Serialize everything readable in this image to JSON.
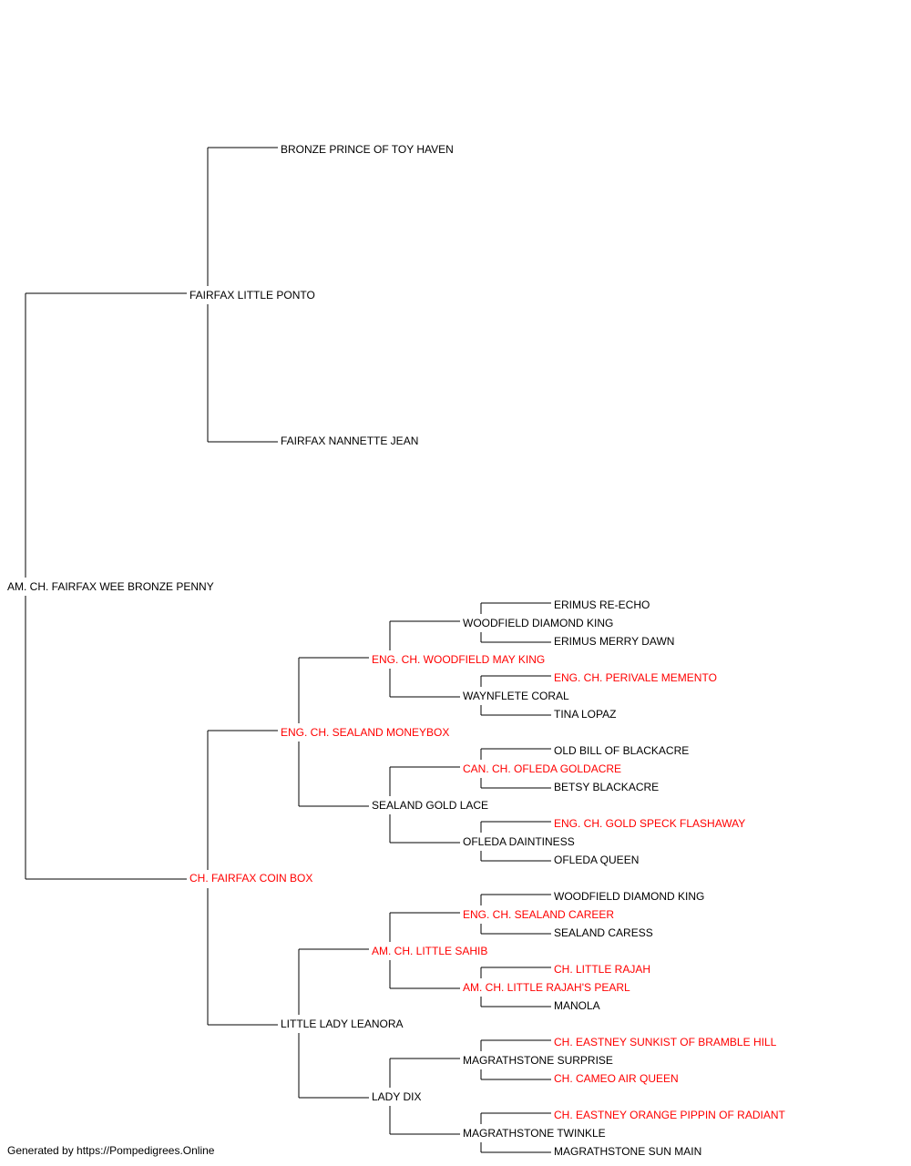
{
  "colors": {
    "text": "#000000",
    "champion": "#ff0000",
    "lines": "#000000",
    "background": "#ffffff"
  },
  "subject": {
    "name": "AM. CH. FAIRFAX WEE BRONZE PENNY",
    "champion": false
  },
  "sire": {
    "name": "FAIRFAX LITTLE PONTO",
    "champion": false
  },
  "dam": {
    "name": "CH. FAIRFAX COIN BOX",
    "champion": true
  },
  "sire_sire": {
    "name": "BRONZE PRINCE OF TOY HAVEN",
    "champion": false
  },
  "sire_dam": {
    "name": "FAIRFAX NANNETTE JEAN",
    "champion": false
  },
  "dam_sire": {
    "name": "ENG. CH. SEALAND MONEYBOX",
    "champion": true
  },
  "dam_dam": {
    "name": "LITTLE LADY LEANORA",
    "champion": false
  },
  "ds_sire": {
    "name": "ENG. CH. WOODFIELD MAY KING",
    "champion": true
  },
  "ds_dam": {
    "name": "SEALAND GOLD LACE",
    "champion": false
  },
  "dd_sire": {
    "name": "AM. CH. LITTLE SAHIB",
    "champion": true
  },
  "dd_dam": {
    "name": "LADY DIX",
    "champion": false
  },
  "dss_sire": {
    "name": "WOODFIELD DIAMOND KING",
    "champion": false
  },
  "dss_dam": {
    "name": "WAYNFLETE CORAL",
    "champion": false
  },
  "dsd_sire": {
    "name": "CAN. CH. OFLEDA GOLDACRE",
    "champion": true
  },
  "dsd_dam": {
    "name": "OFLEDA DAINTINESS",
    "champion": false
  },
  "dds_sire": {
    "name": "ENG. CH. SEALAND CAREER",
    "champion": true
  },
  "dds_dam": {
    "name": "AM. CH. LITTLE RAJAH'S PEARL",
    "champion": true
  },
  "ddd_sire": {
    "name": "MAGRATHSTONE SURPRISE",
    "champion": false
  },
  "ddd_dam": {
    "name": "MAGRATHSTONE TWINKLE",
    "champion": false
  },
  "g5": [
    {
      "name": "ERIMUS RE-ECHO",
      "champion": false
    },
    {
      "name": "ERIMUS MERRY DAWN",
      "champion": false
    },
    {
      "name": "ENG. CH. PERIVALE MEMENTO",
      "champion": true
    },
    {
      "name": "TINA LOPAZ",
      "champion": false
    },
    {
      "name": "OLD BILL OF BLACKACRE",
      "champion": false
    },
    {
      "name": "BETSY BLACKACRE",
      "champion": false
    },
    {
      "name": "ENG. CH. GOLD SPECK FLASHAWAY",
      "champion": true
    },
    {
      "name": "OFLEDA QUEEN",
      "champion": false
    },
    {
      "name": "WOODFIELD DIAMOND KING",
      "champion": false
    },
    {
      "name": "SEALAND CARESS",
      "champion": false
    },
    {
      "name": "CH. LITTLE RAJAH",
      "champion": true
    },
    {
      "name": "MANOLA",
      "champion": false
    },
    {
      "name": "CH. EASTNEY SUNKIST OF BRAMBLE HILL",
      "champion": true
    },
    {
      "name": "CH. CAMEO AIR QUEEN",
      "champion": true
    },
    {
      "name": "CH. EASTNEY ORANGE PIPPIN OF RADIANT",
      "champion": true
    },
    {
      "name": "MAGRATHSTONE SUN MAIN",
      "champion": false
    }
  ],
  "footer": "Generated by https://Pompedigrees.Online"
}
